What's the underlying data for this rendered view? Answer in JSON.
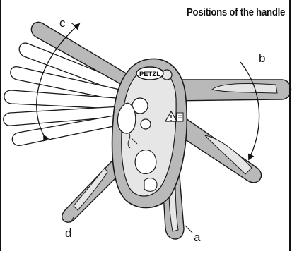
{
  "title": "Positions of the handle",
  "brand": "PETZL",
  "labels": {
    "a": "a",
    "b": "b",
    "c": "c",
    "d": "d"
  },
  "colors": {
    "handle_fill": "#b9b9b9",
    "handle_highlight": "#e6e6e6",
    "outline": "#1a1a1a"
  },
  "icons": [
    "warning-book-icon"
  ]
}
